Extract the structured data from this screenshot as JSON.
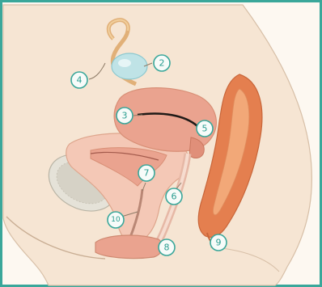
{
  "diagram": {
    "colors": {
      "frame": "#3aa79a",
      "background": "#fdf8f1",
      "body_skin": "#f6e5d3",
      "body_outline": "#c9ae94",
      "organ_pink": "#eaa38f",
      "organ_light": "#f4c2b1",
      "rectum": "#e47f4f",
      "rectum_inner": "#f2a878",
      "ovary": "#bfe3e6",
      "tube": "#e1b078",
      "bone": "#d8d5c9",
      "marker_text": "#2a9d90"
    },
    "markers": [
      {
        "id": "4",
        "label": "4"
      },
      {
        "id": "2",
        "label": "2"
      },
      {
        "id": "3",
        "label": "3"
      },
      {
        "id": "5",
        "label": "5"
      },
      {
        "id": "7",
        "label": "7"
      },
      {
        "id": "6",
        "label": "6"
      },
      {
        "id": "10",
        "label": "10"
      },
      {
        "id": "8",
        "label": "8"
      },
      {
        "id": "9",
        "label": "9"
      }
    ]
  }
}
